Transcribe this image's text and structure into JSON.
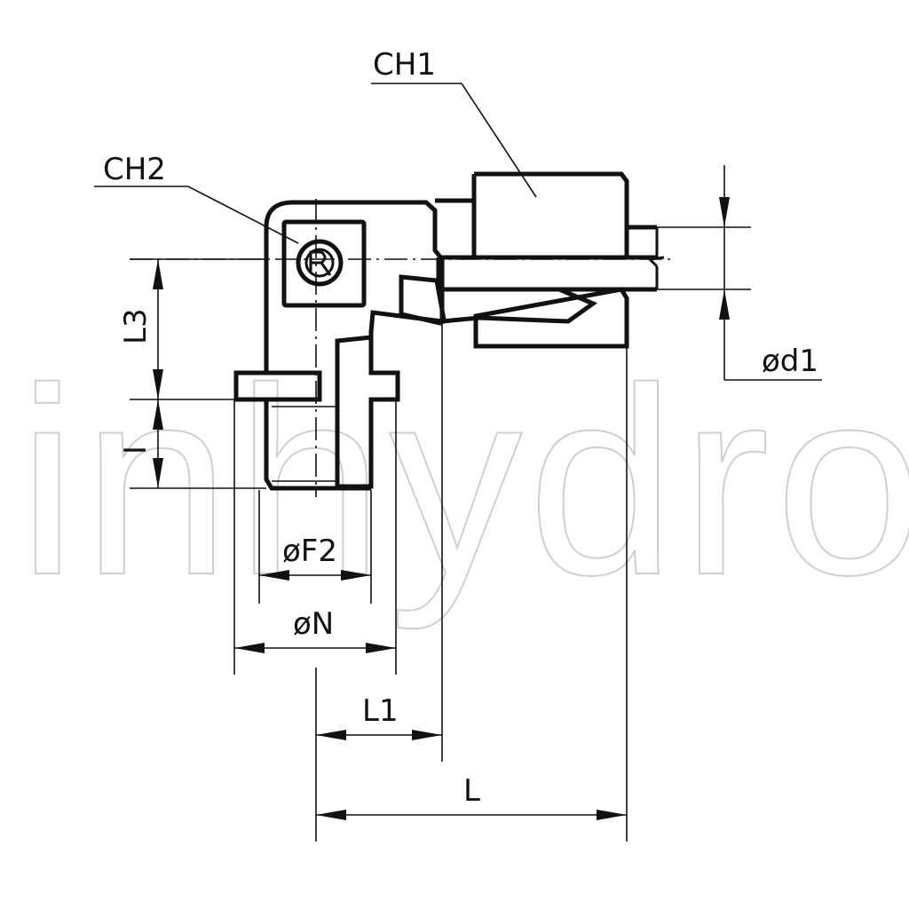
{
  "watermark": "inhydro",
  "labels": {
    "ch1": "CH1",
    "ch2": "CH2",
    "l3": "L3",
    "i": "I",
    "f2": "øF2",
    "n": "øN",
    "l1": "L1",
    "l": "L",
    "d1": "ød1"
  }
}
